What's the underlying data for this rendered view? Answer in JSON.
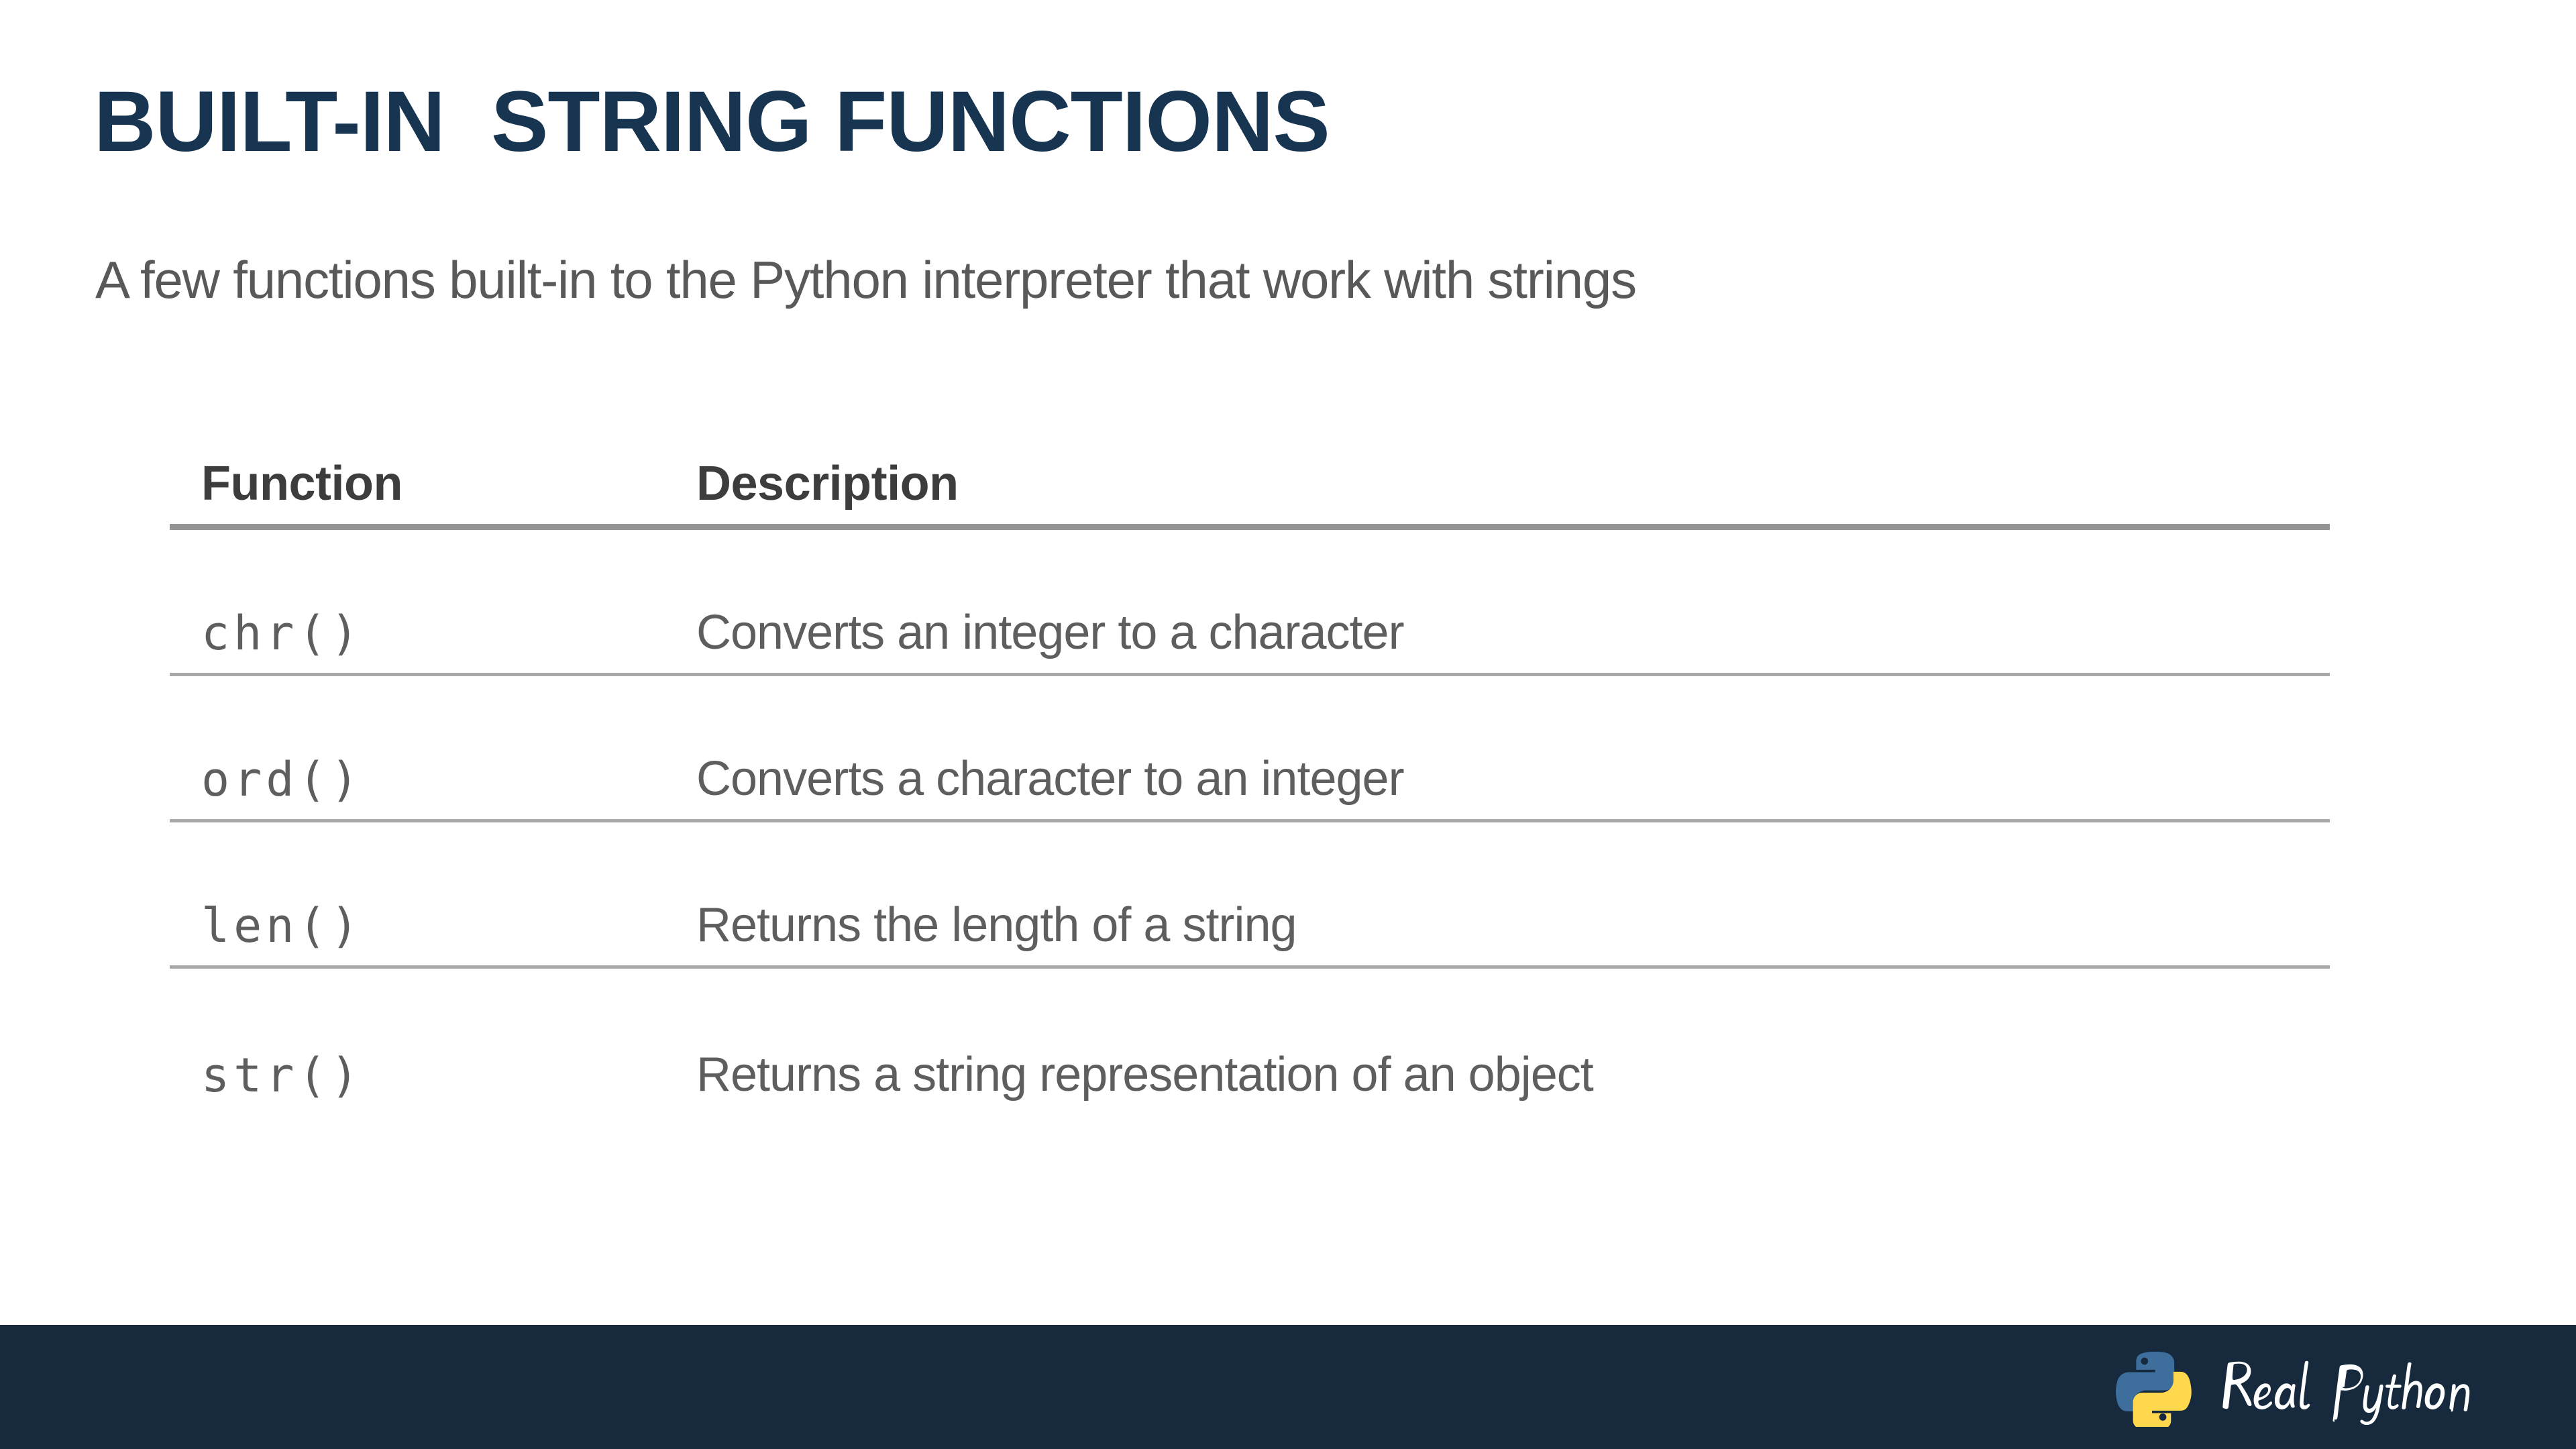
{
  "slide": {
    "title": "BUILT-IN  STRING FUNCTIONS",
    "subtitle": "A few functions built-in to the Python interpreter that work with strings",
    "title_color": "#173450",
    "subtitle_color": "#595959",
    "background_color": "#ffffff"
  },
  "table": {
    "columns": [
      "Function",
      "Description"
    ],
    "rows": [
      {
        "function": "chr()",
        "description": "Converts an integer to a character"
      },
      {
        "function": "ord()",
        "description": "Converts a character to an integer"
      },
      {
        "function": "len()",
        "description": "Returns the length of a string"
      },
      {
        "function": "str()",
        "description": "Returns a string representation of an object"
      }
    ],
    "header_rule_color": "#949494",
    "row_rule_color": "#a8a8a8",
    "text_color": "#5e5e5e",
    "header_text_color": "#3d3d3d"
  },
  "footer": {
    "brand_name": "Real Python",
    "background_color": "#16293d",
    "logo_blue": "#3d6e9c",
    "logo_yellow": "#ffd84d",
    "wordmark_color": "#ffffff"
  }
}
